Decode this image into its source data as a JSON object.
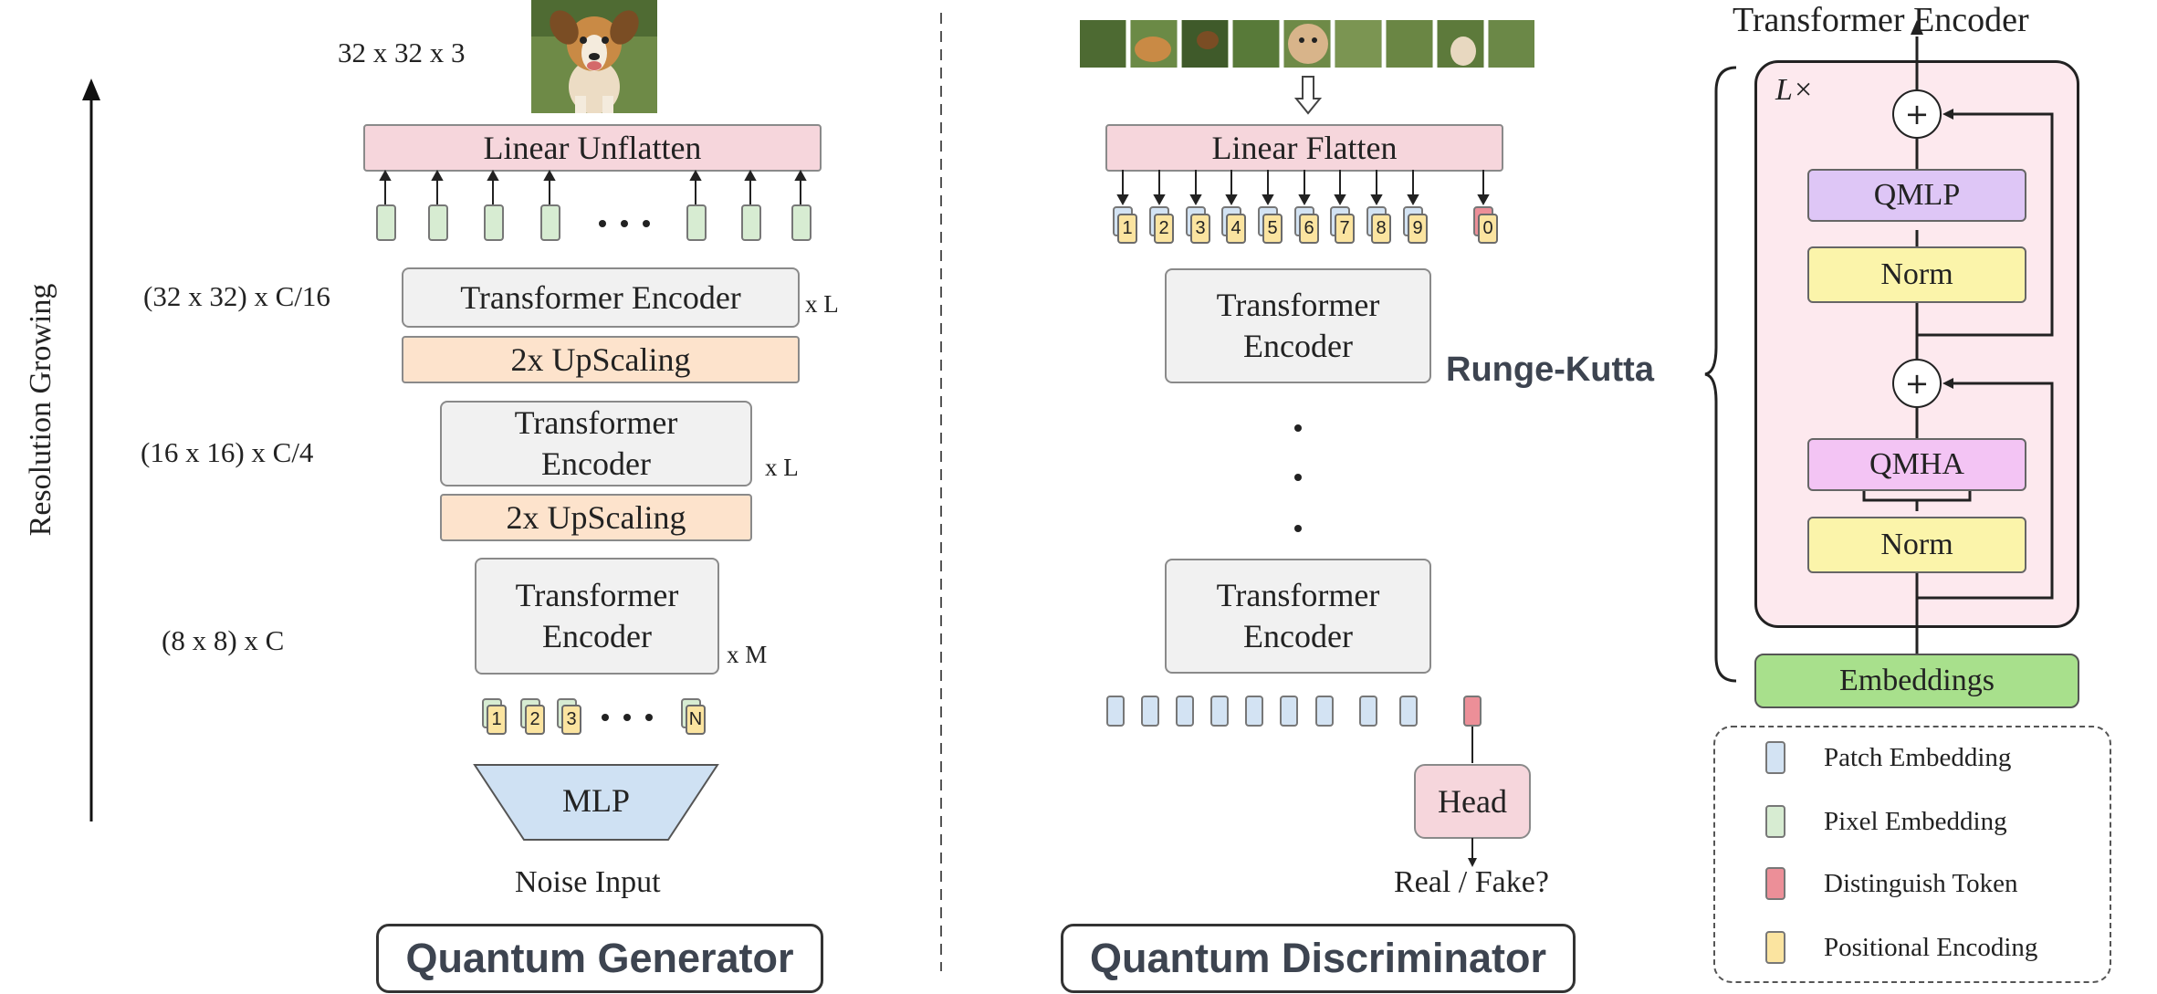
{
  "generator": {
    "image_size": "32 x 32 x 3",
    "linear_unflatten": "Linear Unflatten",
    "dim_32": "(32 x 32) x C/16",
    "dim_16": "(16 x 16) x C/4",
    "dim_8": "(8 x 8) x C",
    "encoder_32": "Transformer Encoder",
    "encoder_16": "Transformer Encoder",
    "encoder_8": "Transformer Encoder",
    "upscale_1": "2x UpScaling",
    "upscale_2": "2x UpScaling",
    "repeat_l1": "x L",
    "repeat_l2": "x L",
    "repeat_m": "x M",
    "input_tokens": [
      "1",
      "2",
      "3",
      "N"
    ],
    "mlp": "MLP",
    "noise_input": "Noise Input",
    "axis_label": "Resolution Growing",
    "title": "Quantum Generator"
  },
  "discriminator": {
    "linear_flatten": "Linear Flatten",
    "patch_tokens": [
      "1",
      "2",
      "3",
      "4",
      "5",
      "6",
      "7",
      "8",
      "9"
    ],
    "distinguish_token": "0",
    "encoder_top": "Transformer Encoder",
    "encoder_bottom": "Transformer Encoder",
    "runge_kutta": "Runge-Kutta",
    "head": "Head",
    "output": "Real / Fake?",
    "title": "Quantum Discriminator"
  },
  "encoder_detail": {
    "title": "Transformer Encoder",
    "repeat": "L×",
    "plus": "+",
    "qmlp": "QMLP",
    "norm_top": "Norm",
    "qmha": "QMHA",
    "norm_bottom": "Norm",
    "embeddings": "Embeddings"
  },
  "legend": [
    {
      "label": "Patch Embedding",
      "color": "#d3e3f3"
    },
    {
      "label": "Pixel Embedding",
      "color": "#d7ecd2"
    },
    {
      "label": "Distinguish Token",
      "color": "#ec8f98"
    },
    {
      "label": "Positional Encoding",
      "color": "#fbe4a0"
    }
  ],
  "colors": {
    "encoder_fill": "#f1f1f1",
    "upscaling_fill": "#fde3cc",
    "linear_fill": "#f6d6dc",
    "mlp_fill": "#cfe1f3",
    "encoder_panel_fill": "#fde9ee",
    "qmlp_fill": "#dec6f6",
    "qmha_fill": "#f3c4f4",
    "norm_fill": "#fbf4aa",
    "embeddings_fill": "#a8e08c"
  }
}
